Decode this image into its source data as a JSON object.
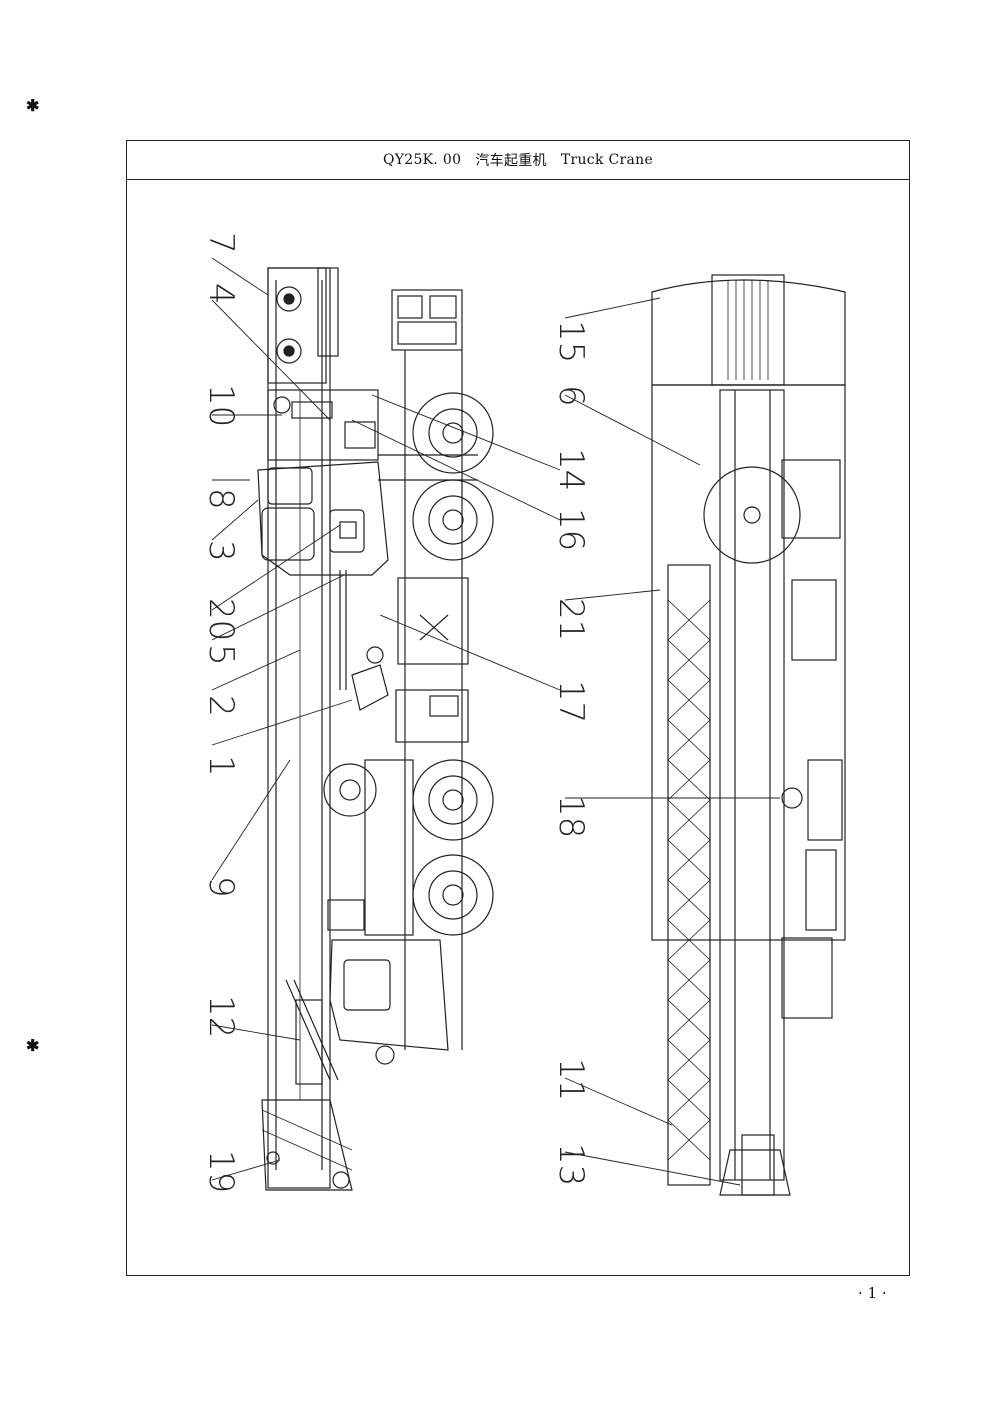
{
  "title": {
    "code": "QY25K. 00",
    "name_cn": "汽车起重机",
    "name_en": "Truck Crane"
  },
  "callouts_side_view": [
    "7",
    "4",
    "10",
    "8",
    "3",
    "20",
    "5",
    "2",
    "1",
    "9",
    "12",
    "19"
  ],
  "callouts_top_view_left": [
    "21",
    "18",
    "11",
    "13"
  ],
  "callouts_top_view_right": [
    "15",
    "6",
    "14",
    "16",
    "17"
  ],
  "page_number": "· 1 ·"
}
